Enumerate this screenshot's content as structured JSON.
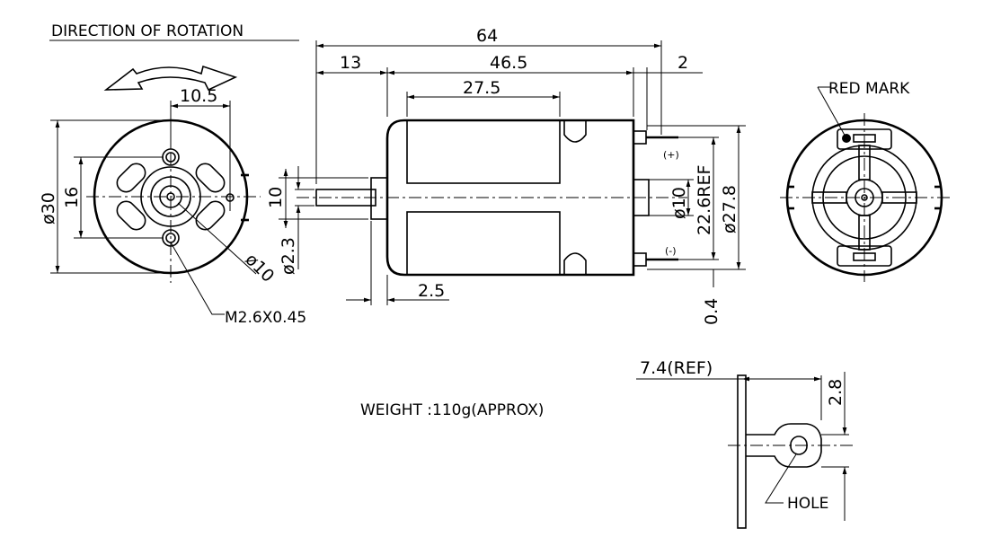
{
  "title": "DIRECTION OF ROTATION",
  "labels": {
    "weight": "WEIGHT :110g(APPROX)",
    "red_mark": "RED MARK",
    "screw": "M2.6X0.45",
    "hole": "HOLE",
    "terminal_pos": "(+)",
    "terminal_neg": "(-)"
  },
  "dimensions": {
    "overall_length": "64",
    "shaft_length": "13",
    "body_length": "46.5",
    "tail_length": "2",
    "magnet_length": "27.5",
    "hole_spacing": "10.5",
    "body_diameter": "ø30",
    "mount_spacing": "16",
    "bearing_diameter": "ø10",
    "boss_height": "10",
    "shaft_diameter": "ø2.3",
    "flange_thickness": "2.5",
    "rear_boss_diameter": "ø10",
    "terminal_ref": "22.6REF",
    "end_cap_diameter": "ø27.8",
    "terminal_gap": "0.4",
    "terminal_ref_length": "7.4(REF)",
    "terminal_width": "2.8"
  }
}
